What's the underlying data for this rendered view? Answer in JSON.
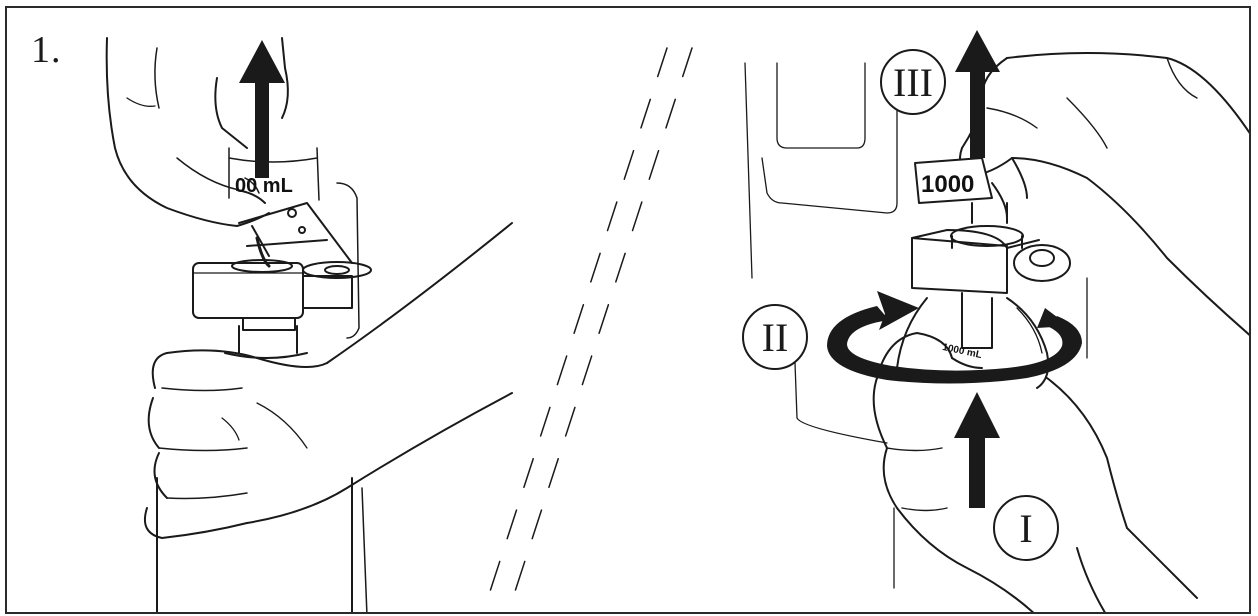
{
  "step": {
    "number": "1."
  },
  "left_panel": {
    "volume_label": "00 mL"
  },
  "right_panel": {
    "volume_label": "1000",
    "bottle_label": "1000 mL",
    "steps": {
      "i": "I",
      "ii": "II",
      "iii": "III"
    }
  }
}
